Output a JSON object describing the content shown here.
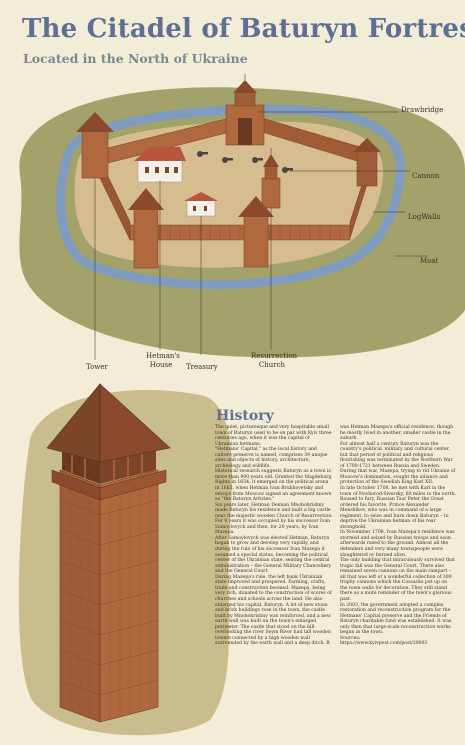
{
  "title": "The Citadel of Baturyn Fortress",
  "subtitle": "Located in the North of Ukraine",
  "labels": {
    "drawbridge": "Drawbridge",
    "cannon": "Cannon",
    "logwalls": "LogWalls",
    "moat": "Moat",
    "tower": "Tower",
    "hetman_house": "Hetman's House",
    "treasury": "Treasury",
    "resurrection_church": "Resurrection Church"
  },
  "history": {
    "heading": "History",
    "col1": [
      "The quiet, picturesque and very hospitable small town of Baturyn used to be on par with Kyiv three centuries ago, when it was the capital of Ukrainian hetmans.",
      "\"Hetmans' Capital,\" as the local history and culture preserve is named, comprises 39 unique sites and objects of history, architecture, archeology and wildlife.",
      "Historical research suggests Baturyn as a town is more than 900 years old. Granted the Magdeburg Rights in 1654, it emerged on the political arena in 1663, when Hetman Ivan Brukhovetsky and envoys from Moscow signed an agreement known as \"the Baturyn Articles.\"",
      "Six years later, Hetman Demian Mnohohrishny made Baturyn his residence and built a big castle near the majestic wooden Church of Resurrection. For 9 years it was occupied by his successor Ivan Samoylovych and then, for 20 years, by Ivan Mazepa.",
      "After Samoylovych was elected Hetman, Baturyn began to grow and develop very rapidly, and during the rule of his successor Ivan Mazepa it assumed a special status, becoming the political center of the Ukrainian state, seating the central administration – the General Military Chancellery and the General Court.",
      "During Mazepa's rule, the left bank Ukrainian state improved and prospered. Farming, crafts, trade and construction boomed. Mazepa, being very rich, donated to the construction of scores of churches and schools across the land. He also enlarged his capital, Baturyn. A lot of new stone and brick buildings rose in the town, the castle built by Mnohohrishny was reinforced, and a new earth wall was built on the town's enlarged perimeter. The castle that stood on the hill overlooking the river Seym River had tall wooden towers connected by a high wooden wall surrounded by the earth wall and a deep ditch. It"
    ],
    "col2": [
      "was Hetman Mazepa's official residence, though he mostly lived in another, smaller castle in the suburb.",
      "For almost half a century Baturyn was the country's political, military and cultural center, but that period of political and religious flourishing was terminated by the Northern War of 1700-1721 between Russia and Sweden.",
      "During that war, Mazepa, trying to rid Ukraine of Moscow's domination, sought the alliance and protection of the Swedish King Karl XII.",
      "In late October 1708, he met with Karl in the town of Novhorod-Siversky, 60 miles to the north. Roused to fury, Russian Tsar Peter the Great ordered his favorite, Prince Alexander Menshikov, who was in command of a large regiment, to seize and burn down Baturyn – to deprive the Ukrainian hetman of his rear stronghold.",
      "In November 1708, Ivan Mazepa's residence was stormed and seized by Russian troops and soon afterwards razed to the ground. Almost all the defenders and very many townspeople were slaughtered or burned alive.",
      "The only building that miraculously survived that tragic fall was the General Court. There also remained seven cannons on the main rampart – all that was left of a wonderful collection of 300 trophy cannons which the Cossacks put up on the town walls for decoration. They still stand there as a mute reminder of the town's glorious past.",
      "In 2003, the government adopted a complex restoration and reconstruction program for the Hetmans' Capital preserve and the Friends of Baturyn charitable fund was established. It was only then that large-scale reconstruction works began in the town.",
      "Sources:",
      "https://www.kyivpost.com/post/20093"
    ]
  },
  "colors": {
    "title": "#5e6f93",
    "background": "#f3ecd7",
    "grass": "#a3a26b",
    "moat": "#7f9cc0",
    "ground": "#c8a97a",
    "wood": "#b0683e",
    "wood_dark": "#7d4527",
    "roof": "#8a4a2b",
    "lower_blob": "#c9bd8e"
  }
}
